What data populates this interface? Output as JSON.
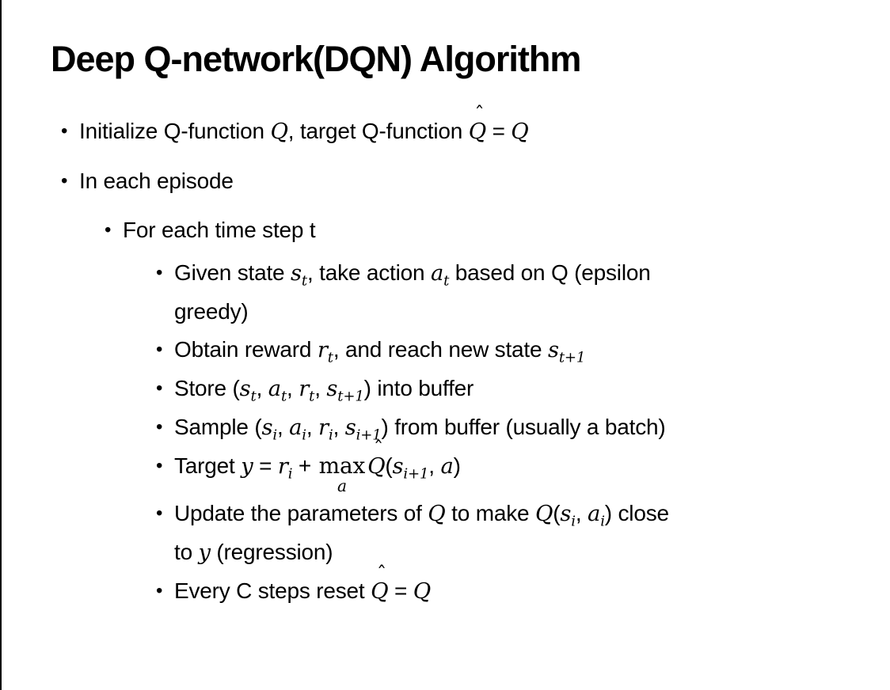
{
  "slide": {
    "title": "Deep Q-network(DQN) Algorithm",
    "bullet_char": "•",
    "colors": {
      "background": "#ffffff",
      "text": "#000000",
      "left_border": "#000000"
    },
    "bullets": [
      {
        "level": 1,
        "parts": [
          {
            "t": "Initialize Q-function "
          },
          {
            "m": "Q"
          },
          {
            "t": ", target Q-function "
          },
          {
            "m": "Q",
            "hat": true
          },
          {
            "t": " = "
          },
          {
            "m": "Q"
          }
        ]
      },
      {
        "level": 1,
        "parts": [
          {
            "t": "In each episode"
          }
        ]
      },
      {
        "level": 2,
        "parts": [
          {
            "t": "For each time step t"
          }
        ]
      },
      {
        "level": 3,
        "parts": [
          {
            "t": "Given state "
          },
          {
            "m": "s",
            "sub": "t"
          },
          {
            "t": ", take action "
          },
          {
            "m": "a",
            "sub": "t"
          },
          {
            "t": " based on Q (epsilon"
          },
          {
            "br": true
          },
          {
            "t": "greedy)"
          }
        ]
      },
      {
        "level": 3,
        "parts": [
          {
            "t": "Obtain reward "
          },
          {
            "m": "r",
            "sub": "t"
          },
          {
            "t": ", and reach new state "
          },
          {
            "m": "s",
            "sub": "t+1"
          }
        ]
      },
      {
        "level": 3,
        "parts": [
          {
            "t": "Store ("
          },
          {
            "m": "s",
            "sub": "t"
          },
          {
            "t": ", "
          },
          {
            "m": "a",
            "sub": "t"
          },
          {
            "t": ", "
          },
          {
            "m": "r",
            "sub": "t"
          },
          {
            "t": ", "
          },
          {
            "m": "s",
            "sub": "t+1"
          },
          {
            "t": ") into buffer"
          }
        ]
      },
      {
        "level": 3,
        "parts": [
          {
            "t": "Sample ("
          },
          {
            "m": "s",
            "sub": "i"
          },
          {
            "t": ", "
          },
          {
            "m": "a",
            "sub": "i"
          },
          {
            "t": ", "
          },
          {
            "m": "r",
            "sub": "i"
          },
          {
            "t": ", "
          },
          {
            "m": "s",
            "sub": "i+1"
          },
          {
            "t": ") from buffer (usually a batch)"
          }
        ]
      },
      {
        "level": 3,
        "parts": [
          {
            "t": "Target "
          },
          {
            "m": "y"
          },
          {
            "t": " = "
          },
          {
            "m": "r",
            "sub": "i"
          },
          {
            "t": " + "
          },
          {
            "op": "max",
            "under": "a"
          },
          {
            "m": "Q",
            "hat": true
          },
          {
            "t": "("
          },
          {
            "m": "s",
            "sub": "i+1"
          },
          {
            "t": ", "
          },
          {
            "m": "a"
          },
          {
            "t": ")"
          }
        ]
      },
      {
        "level": 3,
        "parts": [
          {
            "t": "Update the parameters of "
          },
          {
            "m": "Q"
          },
          {
            "t": " to make "
          },
          {
            "m": "Q"
          },
          {
            "t": "("
          },
          {
            "m": "s",
            "sub": "i"
          },
          {
            "t": ", "
          },
          {
            "m": "a",
            "sub": "i"
          },
          {
            "t": ") close"
          },
          {
            "br": true
          },
          {
            "t": "to "
          },
          {
            "m": "y"
          },
          {
            "t": " (regression)"
          }
        ]
      },
      {
        "level": 3,
        "parts": [
          {
            "t": "Every C steps reset "
          },
          {
            "m": "Q",
            "hat": true
          },
          {
            "t": " = "
          },
          {
            "m": "Q"
          }
        ]
      }
    ]
  }
}
